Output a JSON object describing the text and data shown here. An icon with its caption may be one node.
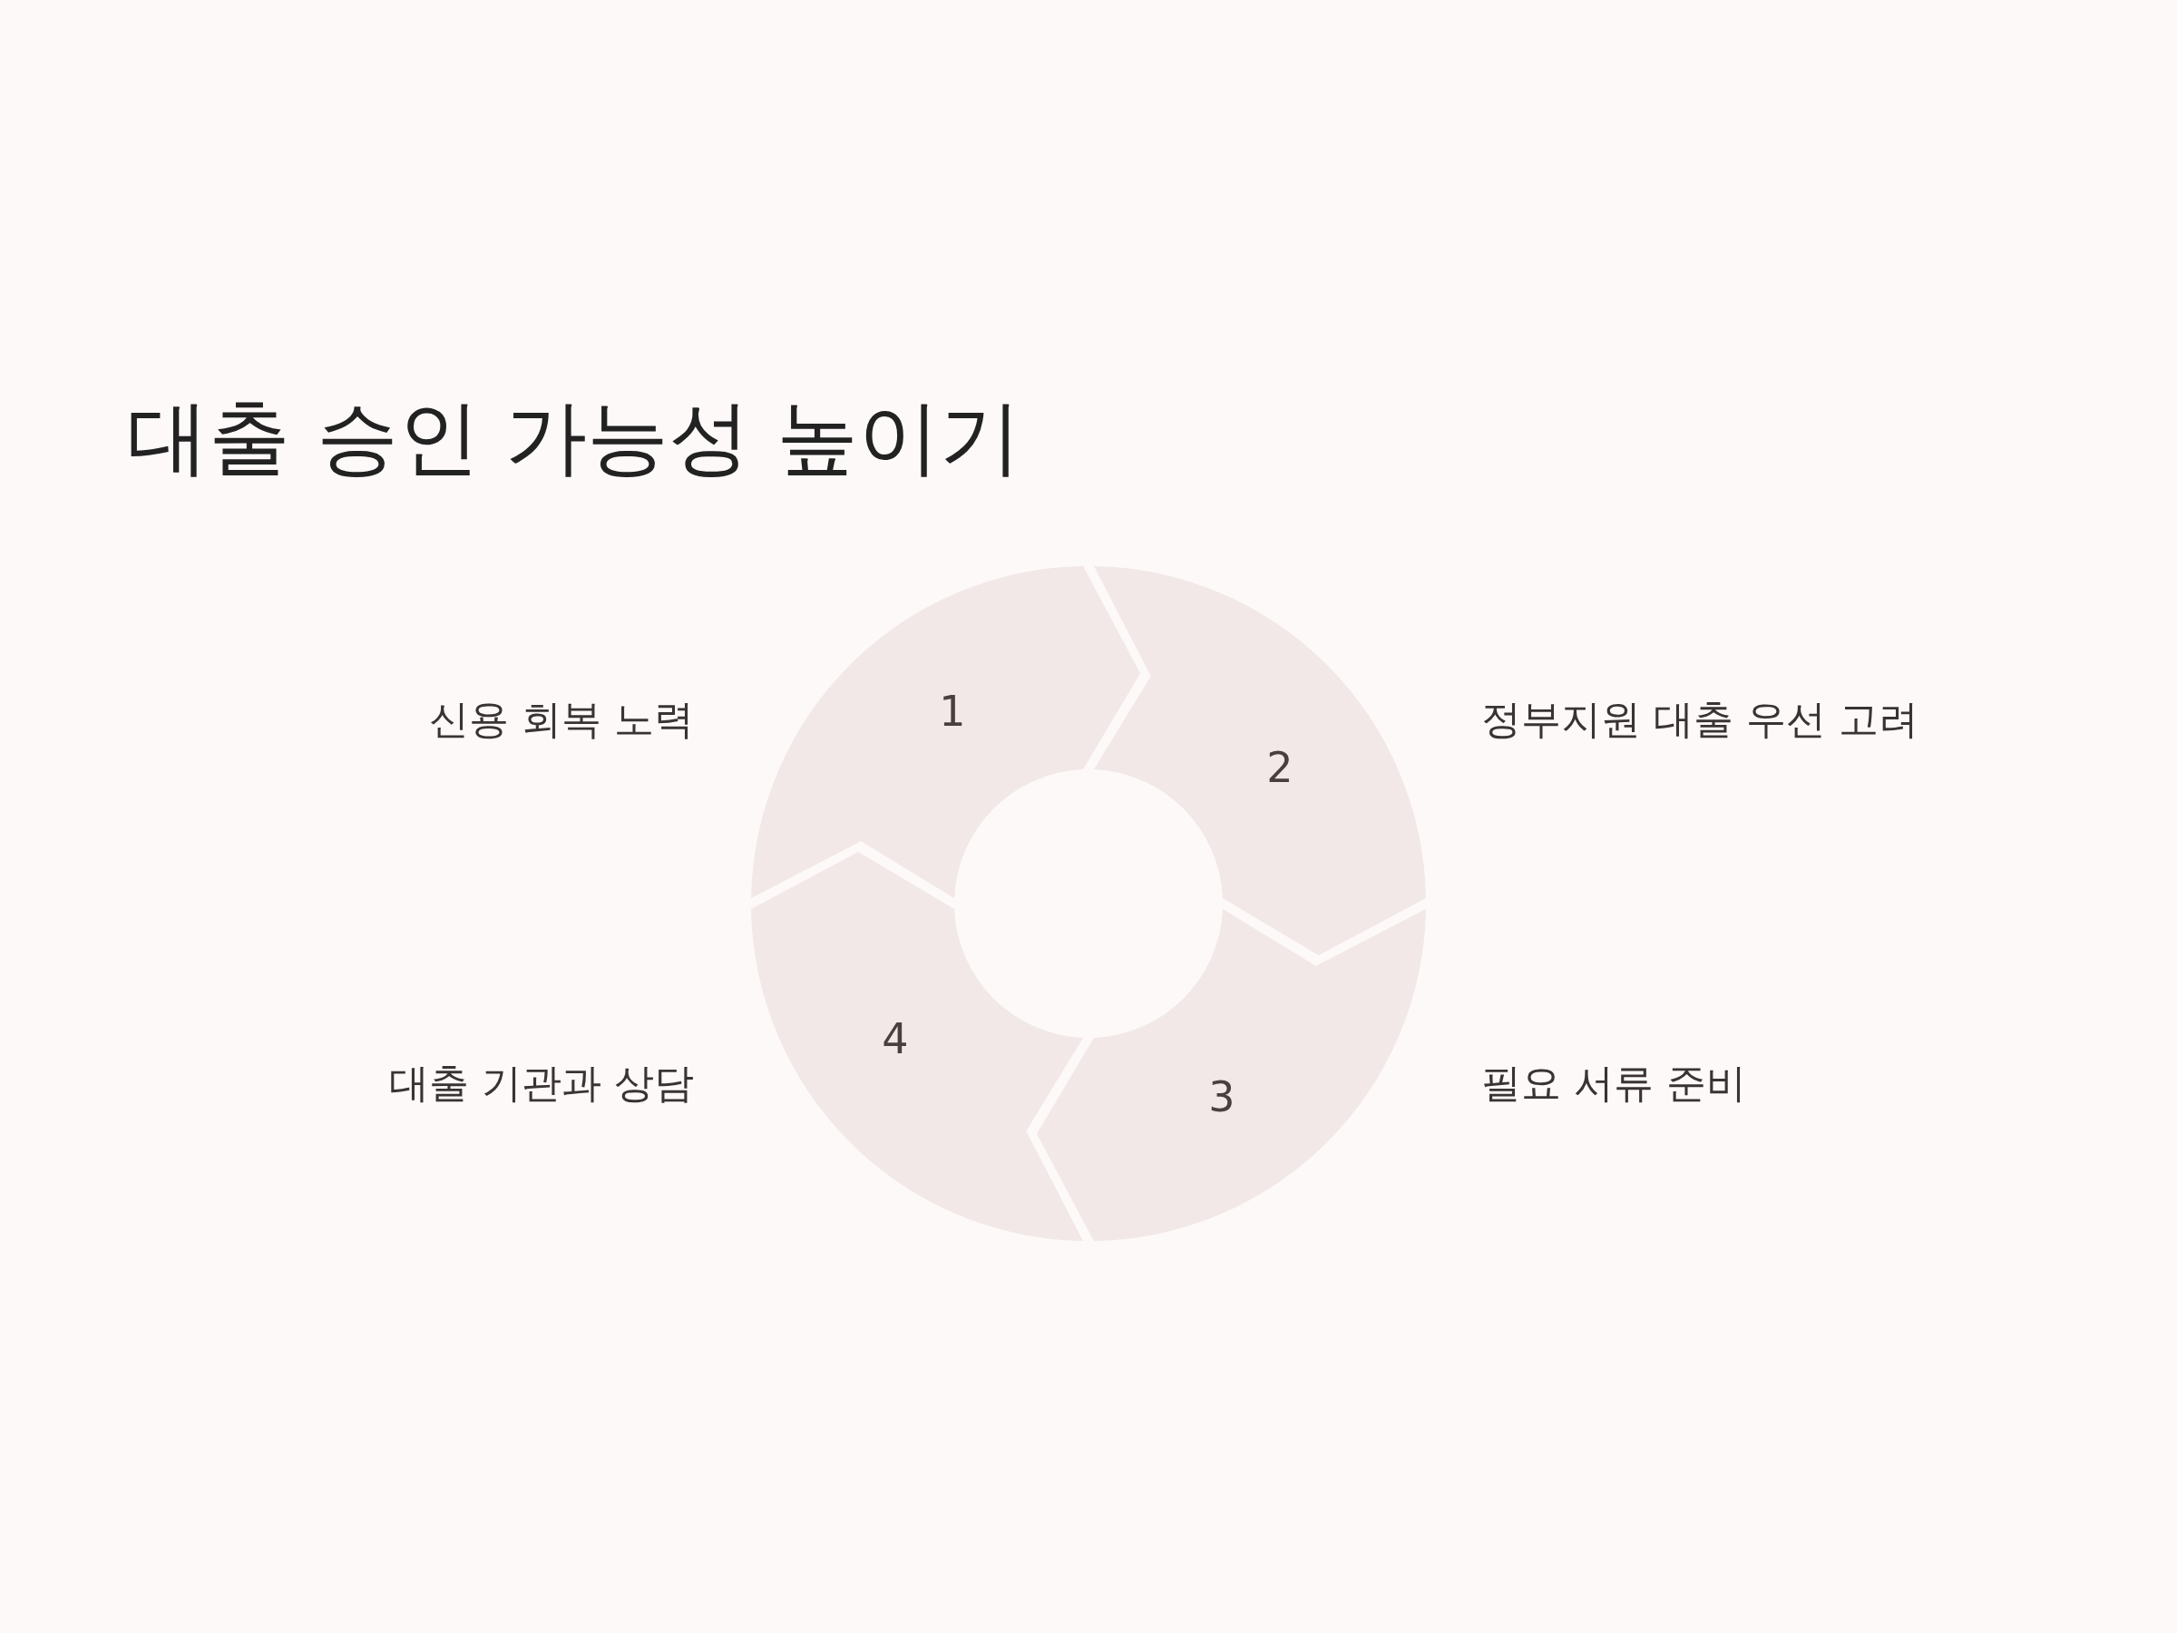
{
  "diagram": {
    "title": "대출 승인 가능성 높이기",
    "nodes": [
      {
        "text": [
          "1"
        ],
        "beside": [
          "신용 회복 노력"
        ]
      },
      {
        "text": [
          "2"
        ],
        "beside": [
          "정부지원 대출 우선 고려"
        ]
      },
      {
        "text": [
          "3"
        ],
        "beside": [
          "필요 서류 준비"
        ]
      },
      {
        "text": [
          "4"
        ],
        "beside": [
          "대출 기관과 상담"
        ]
      }
    ]
  }
}
